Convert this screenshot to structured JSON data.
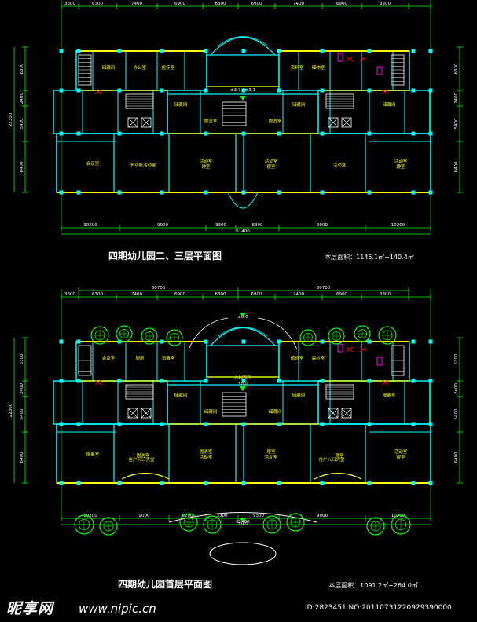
{
  "colors": {
    "wall": "#00ffff",
    "yellow": "#ffff00",
    "white": "#ffffff",
    "green": "#00ff00",
    "magenta": "#ff00ff",
    "red": "#ff0000",
    "dim": "#00ff00"
  },
  "upper": {
    "title": "四期幼儿园二、三层平面图",
    "area": "本层面积：1145.1㎡+140.4㎡",
    "top_dims": [
      "3300",
      "6300",
      "7400",
      "6900",
      "6300",
      "6900",
      "7400",
      "6900",
      "3300"
    ],
    "bottom_dims": [
      "10200",
      "9000",
      "3300",
      "6300",
      "9000",
      "10200"
    ],
    "total": "61400",
    "left_dims": [
      "6300",
      "2400",
      "5400",
      "6400"
    ],
    "left_total": "22300",
    "level_mark": "±3.7 / ±3.1",
    "rooms": [
      "储藏间",
      "办公室",
      "医疗室",
      "资料室",
      "储物室",
      "储藏间",
      "储藏间",
      "盥洗室",
      "盥洗室",
      "储藏间",
      "会议室",
      "多功能活动室",
      "活动室",
      "寝室",
      "活动室",
      "寝室",
      "活动室",
      "活动室",
      "寝室"
    ]
  },
  "lower": {
    "title": "四期幼儿园首层平面图",
    "area": "本层面积：1091.2㎡+264.0㎡",
    "top_dims": [
      "3300",
      "6300",
      "7400",
      "6900",
      "6300",
      "6900",
      "7400",
      "6900",
      "3300"
    ],
    "span_dims": [
      "30700",
      "30700"
    ],
    "bottom_dims": [
      "10200",
      "9000",
      "6200",
      "3300",
      "9300",
      "9000",
      "10200"
    ],
    "total": "61400",
    "left_dims": [
      "6300",
      "2400",
      "5400",
      "6400"
    ],
    "left_total": "22300",
    "level_top": "±0.0",
    "level_bottom": "±0.0",
    "entrance": "入口大厅",
    "entrance_level": "±0.0",
    "rooms": [
      "会议室",
      "厨房",
      "消毒室",
      "值班室",
      "晨检室",
      "储藏间",
      "储藏间",
      "储藏间",
      "储藏间",
      "隔离室",
      "隔离室",
      "盥洗室",
      "盥洗室",
      "活动室",
      "寝室",
      "活动室",
      "寝室",
      "活动室",
      "寝室"
    ],
    "side_labels": [
      "住户入口大堂",
      "住户入口大堂"
    ]
  },
  "watermark": {
    "logo": "昵享网",
    "url": "www.nipic.cn",
    "id": "ID:2823451 NO:20110731220929390000"
  }
}
